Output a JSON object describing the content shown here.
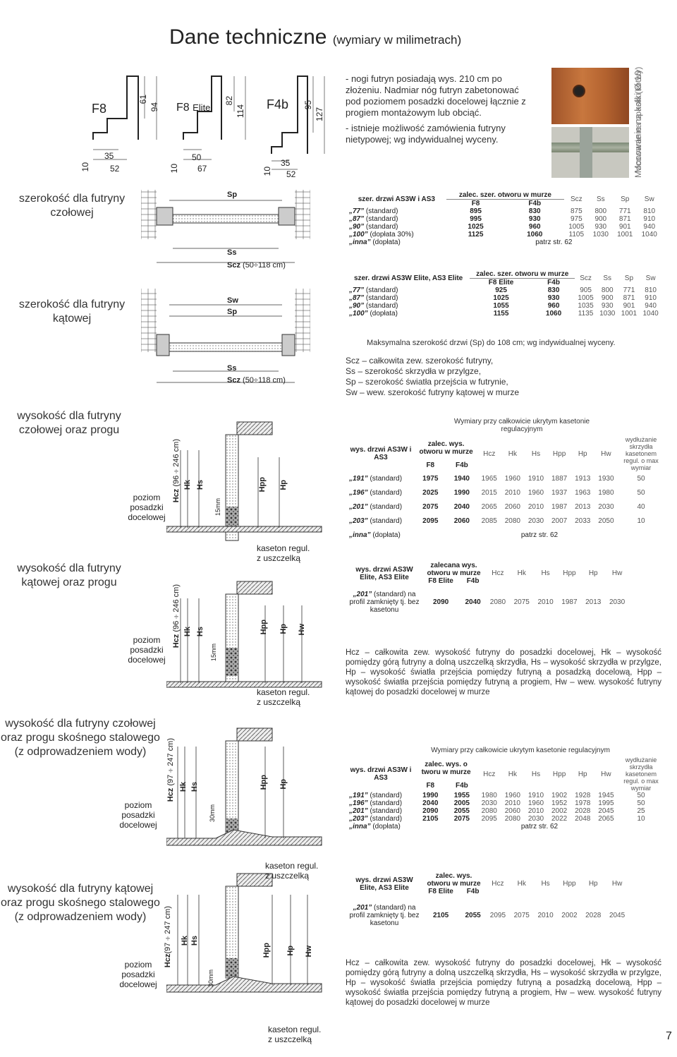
{
  "header": {
    "title": "Dane techniczne",
    "subtitle": "(wymiary w milimetrach)"
  },
  "profiles": [
    {
      "name": "F8",
      "h1": "61",
      "h2": "94",
      "w1": "35",
      "w2": "52",
      "b": "10"
    },
    {
      "name": "F8",
      "suffix": "Elite",
      "h1": "82",
      "h2": "114",
      "w1": "50",
      "w2": "67",
      "b": "10"
    },
    {
      "name": "F4b",
      "h1": "95",
      "h2": "127",
      "w1": "35",
      "w2": "52",
      "b": "10"
    }
  ],
  "notes": {
    "note1": "- nogi futryn posiadają wys. 210 cm po złożeniu. Nadmiar nóg futryn zabetonować pod poziomem posadzki docelowej łącznie z progiem montażowym lub obciąć.",
    "note2": "- istnieje możliwość zamówienia futryny nietypowej; wg indywidualnej wyceny."
  },
  "photos": {
    "label1": "Mocowanie na kołki Ø 10",
    "label2": "Mocowanie na opaski (kotwy)"
  },
  "sections": {
    "s1": "szerokość dla futryny czołowej",
    "s2": "szerokość dla futryny kątowej",
    "s3": "wysokość dla futryny czołowej oraz progu",
    "s4": "wysokość dla futryny kątowej oraz progu",
    "s5": "wysokość dla futryny czołowej oraz progu skośnego stalowego (z odprowadzeniem wody)",
    "s6": "wysokość dla futryny kątowej oraz progu skośnego stalowego (z odprowadzeniem wody)"
  },
  "drawing_labels": {
    "sp": "Sp",
    "ss": "Ss",
    "scz": "Scz",
    "scz_range": "(50÷118 cm)",
    "sw": "Sw",
    "hcz": "Hcz",
    "hcz_range1": "(96÷246 cm)",
    "hcz_range2": "(97÷247 cm)",
    "hk": "Hk",
    "hs": "Hs",
    "hpp": "Hpp",
    "hp": "Hp",
    "hw": "Hw",
    "mm15": "15mm",
    "mm30": "30mm",
    "poziom": "poziom posadzki docelowej",
    "kaseton": "kaseton regul. z uszczelką"
  },
  "width_table_1": {
    "h_door": "szer. drzwi AS3W i AS3",
    "h_group": "zalec. szer. otworu w murze",
    "h_f8": "F8",
    "h_f4b": "F4b",
    "cols": [
      "Scz",
      "Ss",
      "Sp",
      "Sw"
    ],
    "rows": [
      {
        "name": "„77”",
        "note": "(standard)",
        "f8": "895",
        "f4b": "830",
        "v": [
          "875",
          "800",
          "771",
          "810"
        ]
      },
      {
        "name": "„87”",
        "note": "(standard)",
        "f8": "995",
        "f4b": "930",
        "v": [
          "975",
          "900",
          "871",
          "910"
        ]
      },
      {
        "name": "„90”",
        "note": "(standard)",
        "f8": "1025",
        "f4b": "960",
        "v": [
          "1005",
          "930",
          "901",
          "940"
        ]
      },
      {
        "name": "„100”",
        "note": "(dopłata 30%)",
        "f8": "1125",
        "f4b": "1060",
        "v": [
          "1105",
          "1030",
          "1001",
          "1040"
        ]
      }
    ],
    "other_name": "„inna”",
    "other_note": "(dopłata)",
    "other_val": "patrz str. 62"
  },
  "width_table_2": {
    "h_door": "szer. drzwi AS3W Elite, AS3 Elite",
    "h_group": "zalec. szer. otworu w murze",
    "h_f8": "F8 Elite",
    "h_f4b": "F4b",
    "cols": [
      "Scz",
      "Ss",
      "Sp",
      "Sw"
    ],
    "rows": [
      {
        "name": "„77”",
        "note": "(standard)",
        "f8": "925",
        "f4b": "830",
        "v": [
          "905",
          "800",
          "771",
          "810"
        ]
      },
      {
        "name": "„87”",
        "note": "(standard)",
        "f8": "1025",
        "f4b": "930",
        "v": [
          "1005",
          "900",
          "871",
          "910"
        ]
      },
      {
        "name": "„90”",
        "note": "(standard)",
        "f8": "1055",
        "f4b": "960",
        "v": [
          "1035",
          "930",
          "901",
          "940"
        ]
      },
      {
        "name": "„100”",
        "note": "(dopłata)",
        "f8": "1155",
        "f4b": "1060",
        "v": [
          "1135",
          "1030",
          "1001",
          "1040"
        ]
      }
    ]
  },
  "max_width_note": "Maksymalna szerokość drzwi (Sp) do 108 cm; wg indywidualnej wyceny.",
  "legend_width": [
    "Scz – całkowita zew. szerokość futryny,",
    "Ss – szerokość skrzydła w przylgze,",
    "Sp – szerokość światła przejścia w futrynie,",
    "Sw – wew. szerokość futryny kątowej w murze"
  ],
  "height_table_1": {
    "caption": "Wymiary przy całkowicie ukrytym kasetonie regulacyjnym",
    "h_door": "wys. drzwi AS3W i AS3",
    "h_group": "zalec. wys. otworu w murze",
    "h_f8": "F8",
    "h_f4b": "F4b",
    "cols": [
      "Hcz",
      "Hk",
      "Hs",
      "Hpp",
      "Hp",
      "Hw"
    ],
    "h_ext": "wydłużanie skrzydła kasetonem regul. o max wymiar",
    "rows": [
      {
        "name": "„191”",
        "note": "(standard)",
        "f8": "1975",
        "f4b": "1940",
        "v": [
          "1965",
          "1960",
          "1910",
          "1887",
          "1913",
          "1930"
        ],
        "ext": "50"
      },
      {
        "name": "„196”",
        "note": "(standard)",
        "f8": "2025",
        "f4b": "1990",
        "v": [
          "2015",
          "2010",
          "1960",
          "1937",
          "1963",
          "1980"
        ],
        "ext": "50"
      },
      {
        "name": "„201”",
        "note": "(standard)",
        "f8": "2075",
        "f4b": "2040",
        "v": [
          "2065",
          "2060",
          "2010",
          "1987",
          "2013",
          "2030"
        ],
        "ext": "40"
      },
      {
        "name": "„203”",
        "note": "(standard)",
        "f8": "2095",
        "f4b": "2060",
        "v": [
          "2085",
          "2080",
          "2030",
          "2007",
          "2033",
          "2050"
        ],
        "ext": "10"
      }
    ],
    "other_name": "„inna”",
    "other_note": "(dopłata)",
    "other_val": "patrz str. 62"
  },
  "height_table_2": {
    "h_door": "wys. drzwi AS3W Elite, AS3 Elite",
    "h_group": "zalecana wys. otworu w murze",
    "h_f8": "F8 Elite",
    "h_f4b": "F4b",
    "cols": [
      "Hcz",
      "Hk",
      "Hs",
      "Hpp",
      "Hp",
      "Hw"
    ],
    "row_name": "„201”",
    "row_note": "(standard) na profil zamknięty tj. bez kasetonu",
    "f8": "2090",
    "f4b": "2040",
    "v": [
      "2080",
      "2075",
      "2010",
      "1987",
      "2013",
      "2030"
    ]
  },
  "legend_height": "Hcz – całkowita zew. wysokość futryny do posadzki docelowej, Hk – wysokość pomiędzy górą futryny a dolną uszczelką skrzydła, Hs – wysokość skrzydła w przylgze, Hp – wysokość światła przejścia pomiędzy futryną a posadzką docelową, Hpp – wysokość światła przejścia pomiędzy futryną a progiem, Hw – wew. wysokość futryny kątowej do posadzki docelowej w murze",
  "height_table_3": {
    "caption": "Wymiary przy całkowicie ukrytym kasetonie regulacyjnym",
    "h_door": "wys. drzwi AS3W i AS3",
    "h_group": "zalec. wys. o tworu w murze",
    "h_f8": "F8",
    "h_f4b": "F4b",
    "cols": [
      "Hcz",
      "Hk",
      "Hs",
      "Hpp",
      "Hp",
      "Hw"
    ],
    "h_ext": "wydłużanie skrzydła kasetonem regul. o max wymiar",
    "rows": [
      {
        "name": "„191”",
        "note": "(standard)",
        "f8": "1990",
        "f4b": "1955",
        "v": [
          "1980",
          "1960",
          "1910",
          "1902",
          "1928",
          "1945"
        ],
        "ext": "50"
      },
      {
        "name": "„196”",
        "note": "(standard)",
        "f8": "2040",
        "f4b": "2005",
        "v": [
          "2030",
          "2010",
          "1960",
          "1952",
          "1978",
          "1995"
        ],
        "ext": "50"
      },
      {
        "name": "„201”",
        "note": "(standard)",
        "f8": "2090",
        "f4b": "2055",
        "v": [
          "2080",
          "2060",
          "2010",
          "2002",
          "2028",
          "2045"
        ],
        "ext": "25"
      },
      {
        "name": "„203”",
        "note": "(standard)",
        "f8": "2105",
        "f4b": "2075",
        "v": [
          "2095",
          "2080",
          "2030",
          "2022",
          "2048",
          "2065"
        ],
        "ext": "10"
      }
    ],
    "other_name": "„inna”",
    "other_note": "(dopłata)",
    "other_val": "patrz str. 62"
  },
  "height_table_4": {
    "h_door": "wys. drzwi AS3W Elite, AS3 Elite",
    "h_group": "zalec. wys. otworu w murze",
    "h_f8": "F8 Elite",
    "h_f4b": "F4b",
    "cols": [
      "Hcz",
      "Hk",
      "Hs",
      "Hpp",
      "Hp",
      "Hw"
    ],
    "row_name": "„201”",
    "row_note": "(standard) na profil zamknięty tj. bez kasetonu",
    "f8": "2105",
    "f4b": "2055",
    "v": [
      "2095",
      "2075",
      "2010",
      "2002",
      "2028",
      "2045"
    ]
  },
  "legend_height_2": "Hcz – całkowita zew. wysokość futryny do posadzki docelowej, Hk – wysokość pomiędzy górą futryny a dolną uszczelką skrzydła, Hs – wysokość skrzydła w przylgze, Hp – wysokość światła przejścia pomiędzy futryną a posadzką docelową, Hpp – wysokość światła przejścia pomiędzy futryną a progiem, Hw – wew. wysokość futryny kątowej do posadzki docelowej w murze",
  "page_number": "7"
}
